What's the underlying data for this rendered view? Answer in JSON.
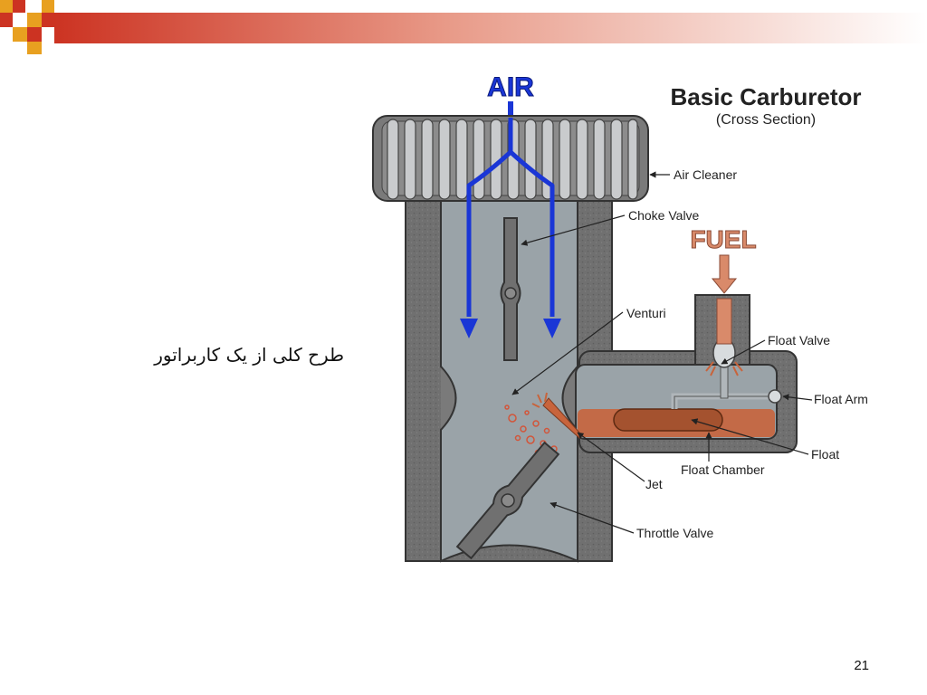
{
  "slide": {
    "caption": "طرح کلی از یک کاربراتور",
    "page_number": "21"
  },
  "diagram": {
    "title": "Basic Carburetor",
    "subtitle": "(Cross Section)",
    "air_label": "AIR",
    "fuel_label": "FUEL",
    "labels": {
      "air_cleaner": "Air Cleaner",
      "choke_valve": "Choke Valve",
      "venturi": "Venturi",
      "float_valve": "Float Valve",
      "float_arm": "Float Arm",
      "float": "Float",
      "float_chamber": "Float Chamber",
      "jet": "Jet",
      "throttle_valve": "Throttle Valve"
    }
  },
  "colors": {
    "accent_red": "#cc3322",
    "accent_orange": "#e8a020",
    "air_blue": "#1a36d6",
    "fuel_copper": "#c8643c",
    "body_gray": "#6e6e6e",
    "interior_gray": "#9aa3a8"
  }
}
